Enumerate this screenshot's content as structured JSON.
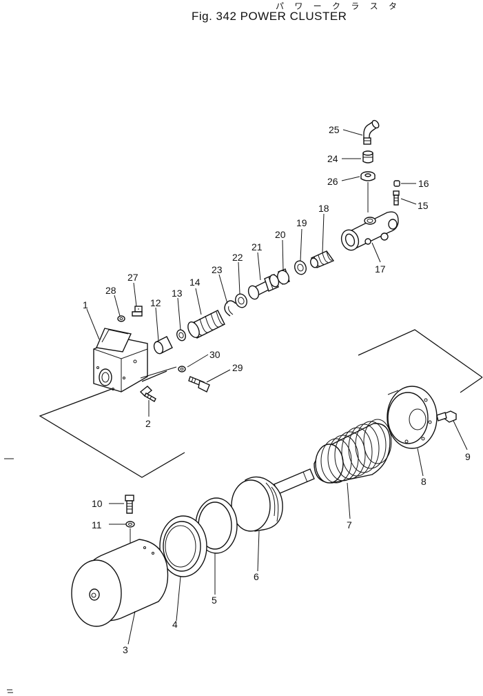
{
  "header": {
    "subtitle_jp": "パ ワ ー  ク ラ ス タ",
    "title": "Fig. 342   POWER CLUSTER"
  },
  "callouts": {
    "c1": "1",
    "c2": "2",
    "c3": "3",
    "c4": "4",
    "c5": "5",
    "c6": "6",
    "c7": "7",
    "c8": "8",
    "c9": "9",
    "c10": "10",
    "c11": "11",
    "c12": "12",
    "c13": "13",
    "c14": "14",
    "c15": "15",
    "c16": "16",
    "c17": "17",
    "c18": "18",
    "c19": "19",
    "c20": "20",
    "c21": "21",
    "c22": "22",
    "c23": "23",
    "c24": "24",
    "c25": "25",
    "c26": "26",
    "c27": "27",
    "c28": "28",
    "c29": "29",
    "c30": "30"
  }
}
